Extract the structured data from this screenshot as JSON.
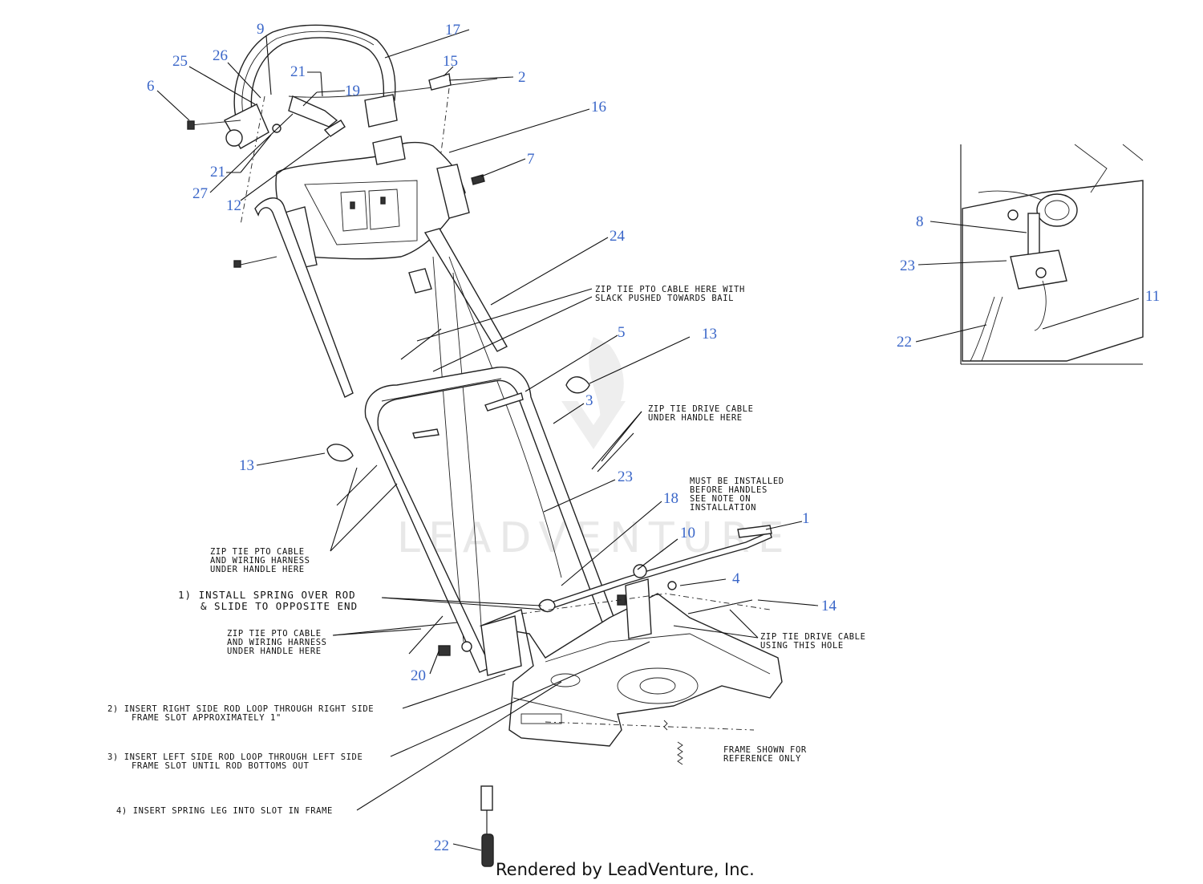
{
  "watermark": "LEADVENTURE",
  "footer": "Rendered by LeadVenture, Inc.",
  "callouts": {
    "c1": "1",
    "c2": "2",
    "c3": "3",
    "c4": "4",
    "c5": "5",
    "c6": "6",
    "c7": "7",
    "c8": "8",
    "c9": "9",
    "c10": "10",
    "c11": "11",
    "c12": "12",
    "c13a": "13",
    "c13b": "13",
    "c14": "14",
    "c15": "15",
    "c16": "16",
    "c17": "17",
    "c18": "18",
    "c19": "19",
    "c20": "20",
    "c21a": "21",
    "c21b": "21",
    "c22a": "22",
    "c22b": "22",
    "c23a": "23",
    "c23b": "23",
    "c24": "24",
    "c25": "25",
    "c26": "26",
    "c27": "27"
  },
  "notes": {
    "zip_pto_bail_1": "ZIP TIE PTO CABLE HERE WITH",
    "zip_pto_bail_2": "SLACK PUSHED TOWARDS BAIL",
    "zip_drive_under_1": "ZIP TIE DRIVE CABLE",
    "zip_drive_under_2": "UNDER HANDLE HERE",
    "must_install_1": "MUST BE INSTALLED",
    "must_install_2": "BEFORE HANDLES",
    "must_install_3": "SEE NOTE ON",
    "must_install_4": "INSTALLATION",
    "zip_pto_harness_a1": "ZIP TIE PTO CABLE",
    "zip_pto_harness_a2": "AND WIRING HARNESS",
    "zip_pto_harness_a3": "UNDER HANDLE HERE",
    "step1_1": "1) INSTALL SPRING OVER ROD",
    "step1_2": "& SLIDE TO OPPOSITE END",
    "zip_pto_harness_b1": "ZIP TIE PTO CABLE",
    "zip_pto_harness_b2": "AND WIRING HARNESS",
    "zip_pto_harness_b3": "UNDER HANDLE HERE",
    "zip_drive_hole_1": "ZIP TIE DRIVE CABLE",
    "zip_drive_hole_2": "USING THIS HOLE",
    "step2_1": "2) INSERT RIGHT SIDE ROD LOOP THROUGH RIGHT SIDE",
    "step2_2": "FRAME SLOT APPROXIMATELY 1\"",
    "step3_1": "3) INSERT LEFT SIDE ROD LOOP THROUGH LEFT SIDE",
    "step3_2": "FRAME SLOT UNTIL ROD BOTTOMS OUT",
    "step4": "4) INSERT SPRING LEG INTO SLOT IN FRAME",
    "frame_ref_1": "FRAME SHOWN FOR",
    "frame_ref_2": "REFERENCE ONLY"
  },
  "colors": {
    "callout": "#3a66c8",
    "ink": "#111111",
    "watermark": "#e8e8e8"
  }
}
